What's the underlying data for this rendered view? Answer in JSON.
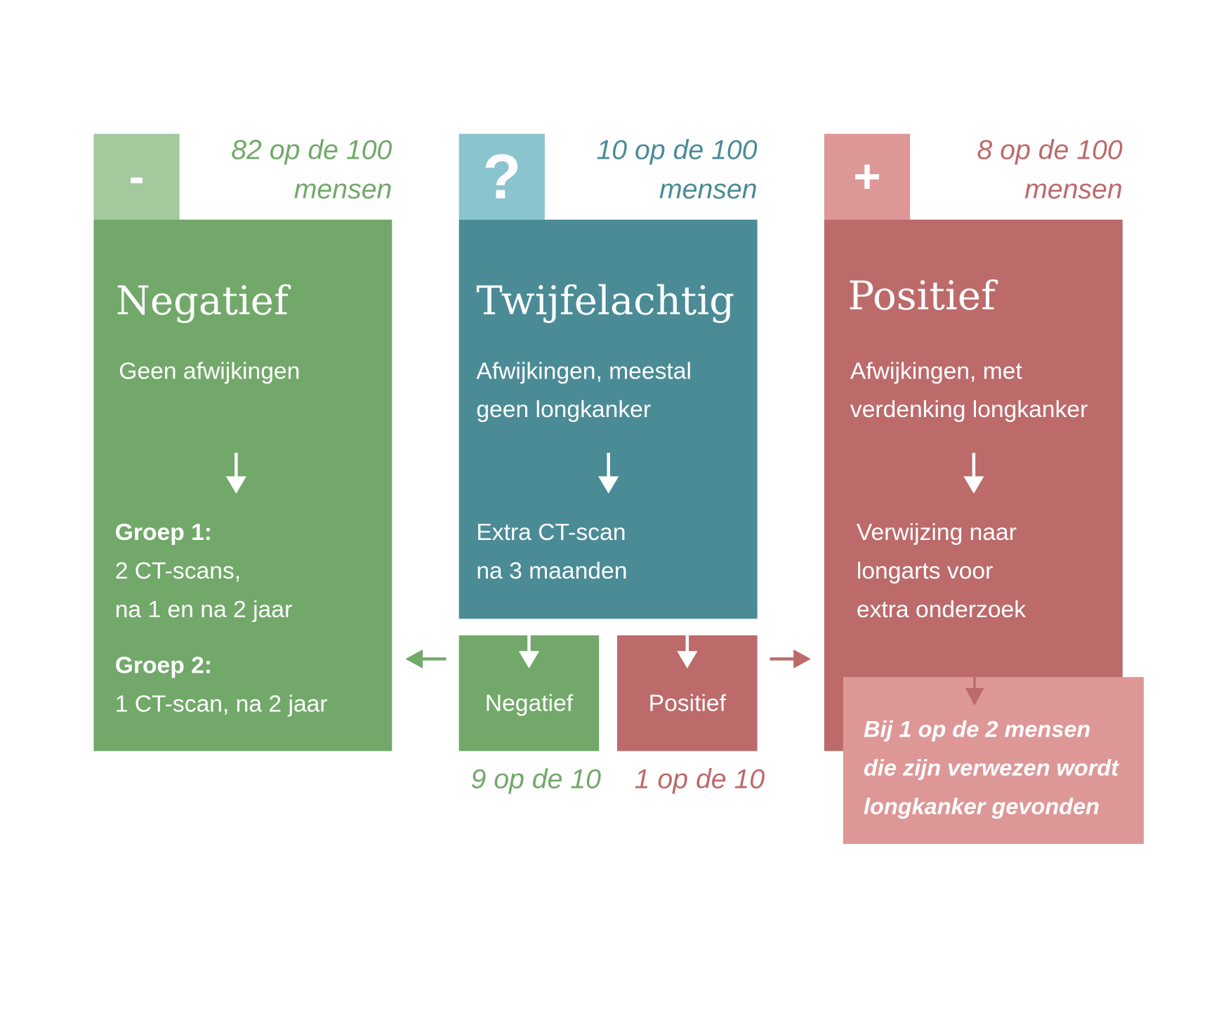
{
  "colors": {
    "green": "#72a86a",
    "green_light": "#a3c99c",
    "teal": "#4a8b96",
    "teal_light": "#8ac4ce",
    "red": "#bc6a6a",
    "red_light": "#dd9797"
  },
  "negative": {
    "symbol": "-",
    "count_line1": "82 op de 100",
    "count_line2": "mensen",
    "title": "Negatief",
    "description": "Geen afwijkingen",
    "group1_label": "Groep 1:",
    "group1_line1": "2 CT-scans,",
    "group1_line2": "na 1 en na 2 jaar",
    "group2_label": "Groep 2:",
    "group2_line1": "1 CT-scan, na 2 jaar"
  },
  "doubtful": {
    "symbol": "?",
    "count_line1": "10 op de 100",
    "count_line2": "mensen",
    "title": "Twijfelachtig",
    "description_line1": "Afwijkingen, meestal",
    "description_line2": "geen longkanker",
    "followup_line1": "Extra CT-scan",
    "followup_line2": "na 3 maanden",
    "outcome_negative": "Negatief",
    "outcome_positive": "Positief",
    "fraction_negative": "9 op de 10",
    "fraction_positive": "1 op de 10"
  },
  "positive": {
    "symbol": "+",
    "count_line1": "8 op de 100",
    "count_line2": "mensen",
    "title": "Positief",
    "description_line1": "Afwijkingen, met",
    "description_line2": "verdenking longkanker",
    "followup_line1": "Verwijzing naar",
    "followup_line2": "longarts voor",
    "followup_line3": "extra onderzoek",
    "result_line1": "Bij 1 op de 2 mensen",
    "result_line2": "die zijn verwezen wordt",
    "result_line3": "longkanker gevonden"
  }
}
